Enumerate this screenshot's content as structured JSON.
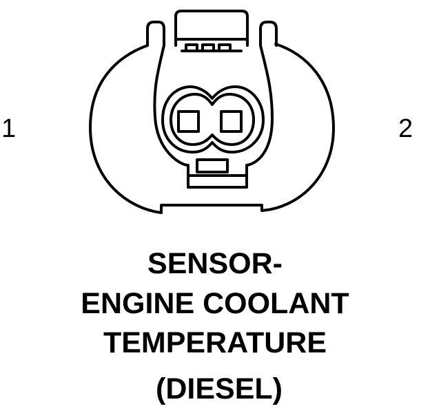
{
  "diagram": {
    "pin_labels": {
      "left": "1",
      "right": "2"
    },
    "caption": {
      "line1": "SENSOR-",
      "line2": "ENGINE COOLANT",
      "line3": "TEMPERATURE",
      "line4": "(DIESEL)"
    }
  }
}
